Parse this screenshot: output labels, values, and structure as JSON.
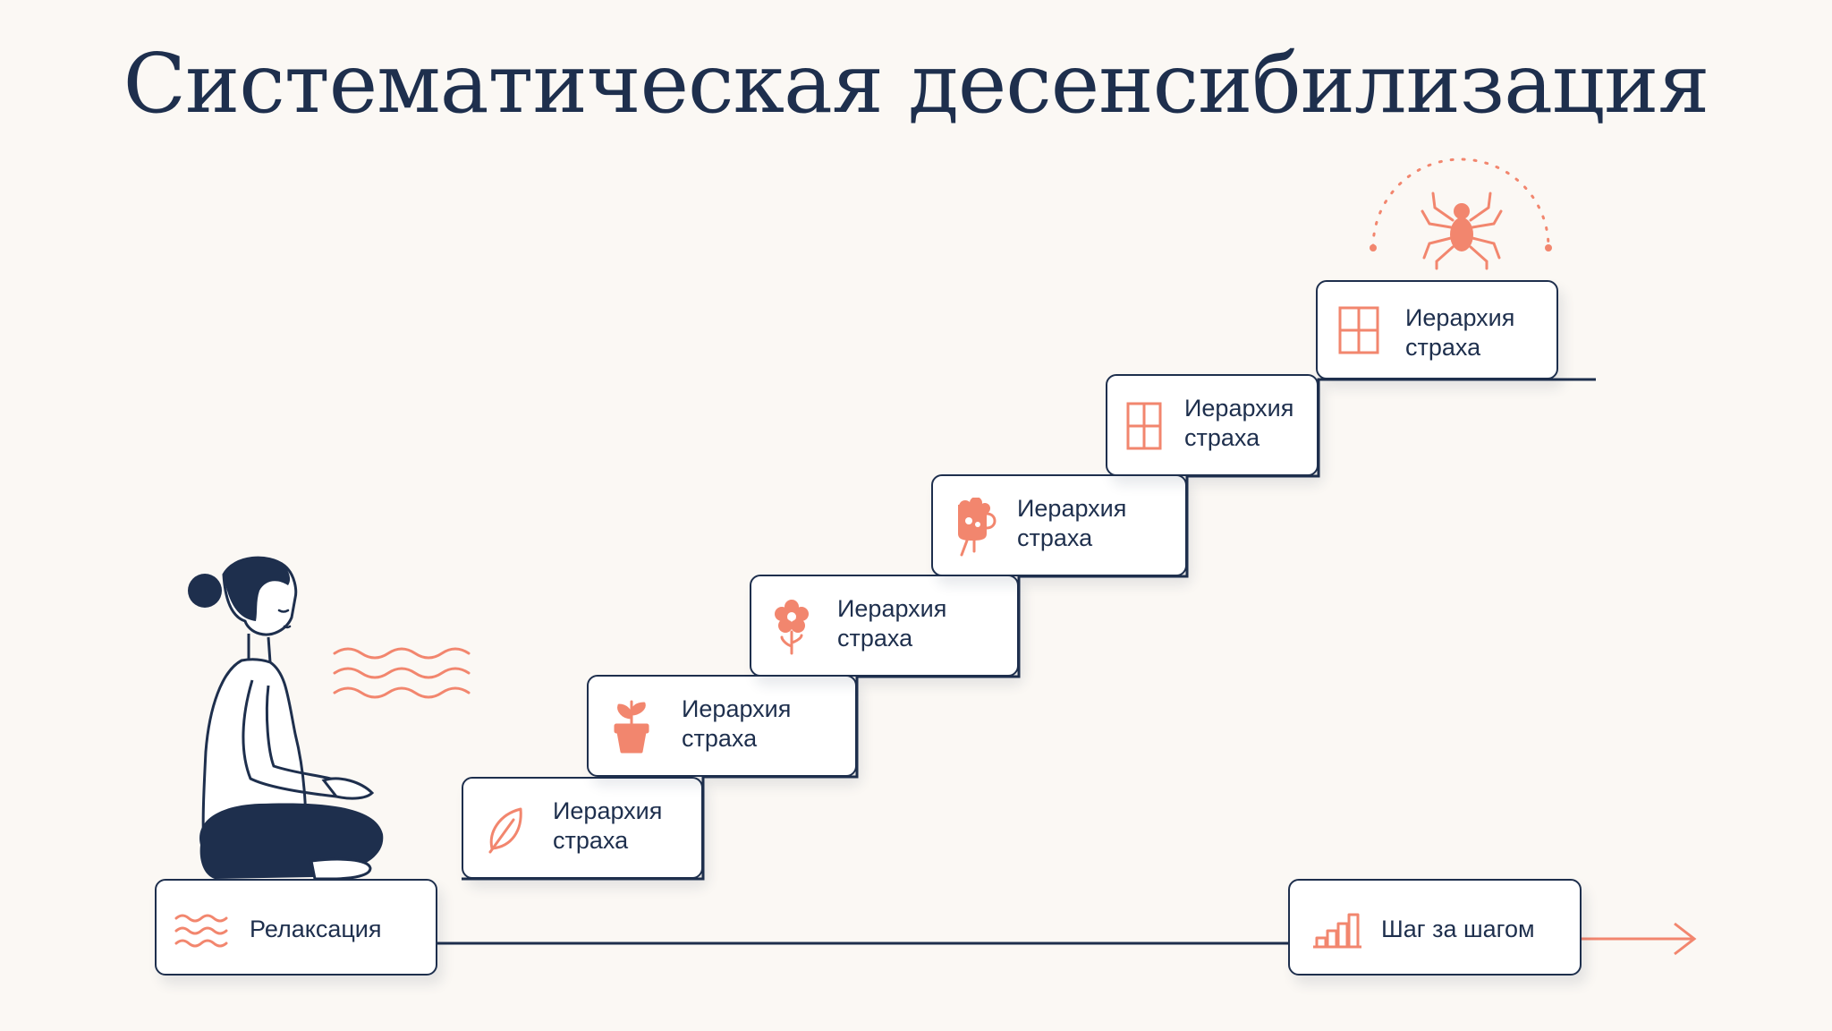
{
  "title": "Систематическая десенсибилизация",
  "colors": {
    "navy": "#1E2F4D",
    "coral": "#F2866E",
    "background": "#FBF8F4",
    "card": "#FFFFFF"
  },
  "steps": [
    {
      "icon": "leaf-icon",
      "label": "Иерархия\nстраха"
    },
    {
      "icon": "potted-plant-icon",
      "label": "Иерархия\nстраха"
    },
    {
      "icon": "flower-icon",
      "label": "Иерархия\nстраха"
    },
    {
      "icon": "flower-mug-icon",
      "label": "Иерархия\nстраха"
    },
    {
      "icon": "window-icon",
      "label": "Иерархия\nстраха"
    },
    {
      "icon": "window-icon",
      "label": "Иерархия\nстраха"
    }
  ],
  "relaxation": {
    "icon": "waves-icon",
    "label": "Релаксация"
  },
  "step_by_step": {
    "icon": "bar-steps-icon",
    "label": "Шаг за шагом"
  },
  "top_icon": "spider-icon",
  "person_icon": "meditating-woman-icon",
  "calm_icon": "calm-waves-icon"
}
